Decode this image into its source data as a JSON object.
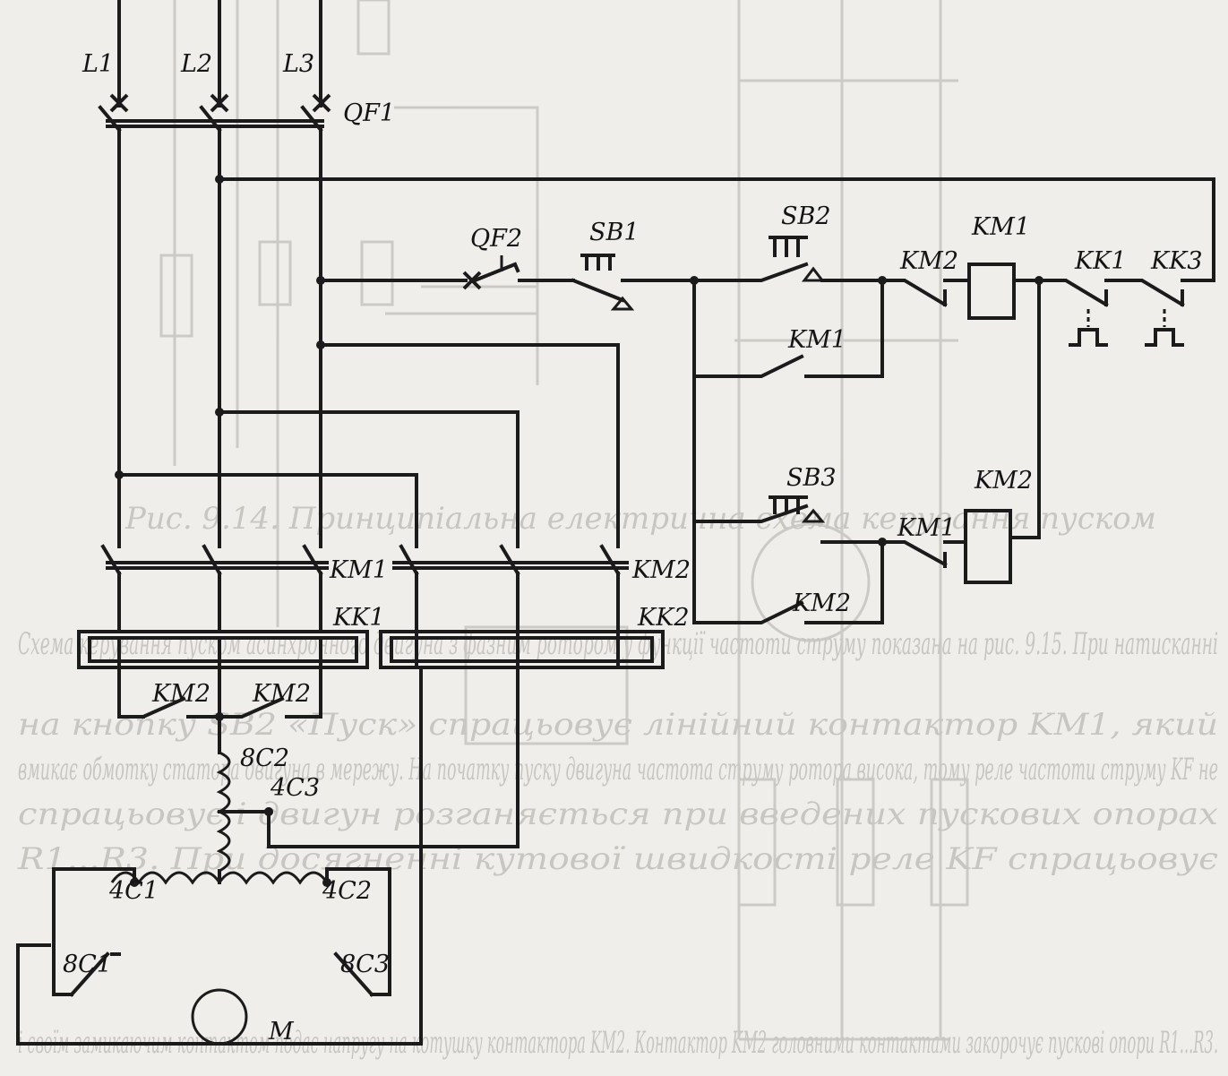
{
  "labels": {
    "L1": "L1",
    "L2": "L2",
    "L3": "L3",
    "QF1": "QF1",
    "QF2": "QF2",
    "SB1": "SB1",
    "SB2": "SB2",
    "SB3": "SB3",
    "KM1_coil": "KM1",
    "KM2_coil": "KM2",
    "KM2_hold": "KM2",
    "KM1_hold": "KM1",
    "KM1_interlock": "KM1",
    "KM2_hold2": "KM2",
    "KK1": "KK1",
    "KK3": "KK3",
    "KM1_main": "KM1",
    "KM2_main": "KM2",
    "KK1_heater": "KK1",
    "KK2_heater": "KK2",
    "KM2_short_a": "KM2",
    "KM2_short_b": "KM2",
    "w8C2": "8C2",
    "w4C3": "4C3",
    "w4C1": "4C1",
    "w4C2": "4C2",
    "w8C1": "8C1",
    "w8C3": "8C3",
    "motor": "M"
  },
  "background_text": [
    "Рис. 9.14. Принципіальна електрична схема керування пуском",
    "Схема керування пуском асинхронного двигуна з фазним ротором у функції частоти струму показана на рис. 9.15. При натисканні",
    "на кнопку SB2 «Пуск» спрацьовує лінійний контактор KM1, який",
    "вмикає обмотку статора двигуна в мережу. На початку пуску двигуна частота струму ротора висока, тому реле частоти струму KF не",
    "спрацьовує і двигун розганяється при введених пускових опорах",
    "R1...R3. При досягненні кутової швидкості реле KF спрацьовує",
    "і своїм замикаючим контактом подає напругу на котушку контактора KM2. Контактор KM2 головними контактами закорочує пускові опори R1...R3."
  ]
}
